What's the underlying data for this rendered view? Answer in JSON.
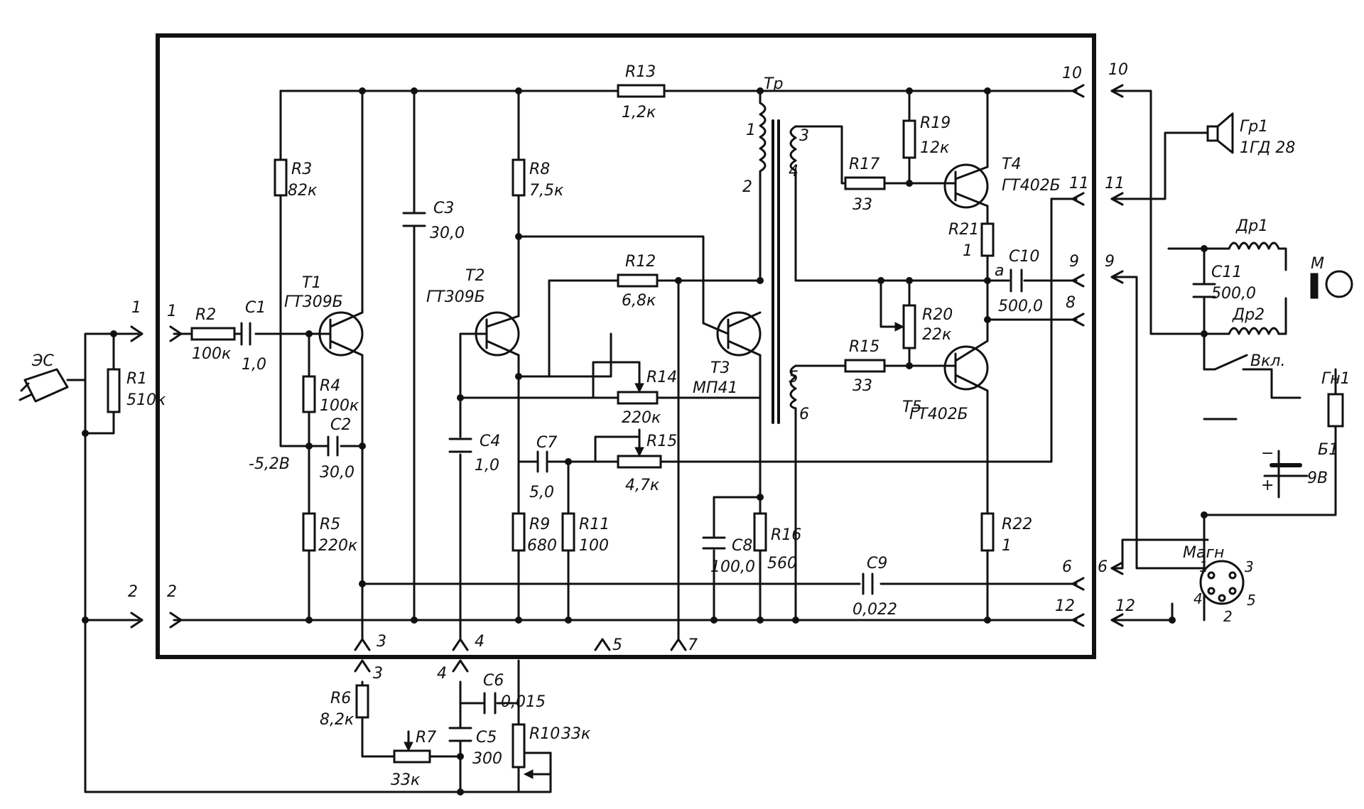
{
  "components": {
    "ES": "ЭС",
    "R1": {
      "name": "R1",
      "value": "510к"
    },
    "R2": {
      "name": "R2",
      "value": "100к"
    },
    "C1": {
      "name": "C1",
      "value": "1,0"
    },
    "R3": {
      "name": "R3",
      "value": "82к"
    },
    "T1": {
      "name": "T1",
      "type": "ГТ309Б"
    },
    "R4": {
      "name": "R4",
      "value": "100к"
    },
    "C2": {
      "name": "C2",
      "value": "30,0"
    },
    "V1": "-5,2В",
    "R5": {
      "name": "R5",
      "value": "220к"
    },
    "C3": {
      "name": "C3",
      "value": "30,0"
    },
    "R13": {
      "name": "R13",
      "value": "1,2к"
    },
    "R8": {
      "name": "R8",
      "value": "7,5к"
    },
    "T2": {
      "name": "T2",
      "type": "ГТ309Б"
    },
    "C4": {
      "name": "C4",
      "value": "1,0"
    },
    "C7": {
      "name": "C7",
      "value": "5,0"
    },
    "R9": {
      "name": "R9",
      "value": "680"
    },
    "R11": {
      "name": "R11",
      "value": "100"
    },
    "R12": {
      "name": "R12",
      "value": "6,8к"
    },
    "R14": {
      "name": "R14",
      "value": "220к"
    },
    "R15pot": {
      "name": "R15",
      "value": "4,7к"
    },
    "T3": {
      "name": "T3",
      "type": "МП41"
    },
    "C8": {
      "name": "C8",
      "value": "100,0"
    },
    "R16": {
      "name": "R16",
      "value": "560"
    },
    "Tr": {
      "name": "Тр",
      "p1": "1",
      "p2": "2",
      "p3": "3",
      "p4": "4",
      "p5": "5",
      "p6": "6"
    },
    "R17": {
      "name": "R17",
      "value": "33"
    },
    "R19": {
      "name": "R19",
      "value": "12к"
    },
    "T4": {
      "name": "T4",
      "type": "ГТ402Б"
    },
    "R21": {
      "name": "R21",
      "value": "1"
    },
    "C10": {
      "name": "C10",
      "value": "500,0"
    },
    "node_a": "a",
    "R20": {
      "name": "R20",
      "value": "22к"
    },
    "R15": {
      "name": "R15",
      "value": "33"
    },
    "T5": {
      "name": "T5",
      "type": "ГТ402Б"
    },
    "R22": {
      "name": "R22",
      "value": "1"
    },
    "C9": {
      "name": "C9",
      "value": "0,022"
    },
    "R6": {
      "name": "R6",
      "value": "8,2к"
    },
    "R7": {
      "name": "R7",
      "value": "33к"
    },
    "C5": {
      "name": "C5",
      "value": "300"
    },
    "C6": {
      "name": "C6",
      "value": "0,015"
    },
    "R10": {
      "name": "R10",
      "value": "33к"
    },
    "Gr1": {
      "name": "Гр1",
      "type": "1ГД 28"
    },
    "Dr1": "Др1",
    "Dr2": "Др2",
    "C11": {
      "name": "C11",
      "value": "500,0"
    },
    "M": "М",
    "Vkl": "Вкл.",
    "Gn1": "Гн1",
    "B1": {
      "name": "Б1",
      "value": "9В",
      "minus": "−",
      "plus": "+"
    },
    "Magn": {
      "name": "Магн",
      "p1": "1",
      "p2": "2",
      "p3": "3",
      "p4": "4",
      "p5": "5"
    }
  },
  "pins": [
    "1",
    "2",
    "3",
    "4",
    "5",
    "6",
    "7",
    "8",
    "9",
    "10",
    "11",
    "12"
  ]
}
